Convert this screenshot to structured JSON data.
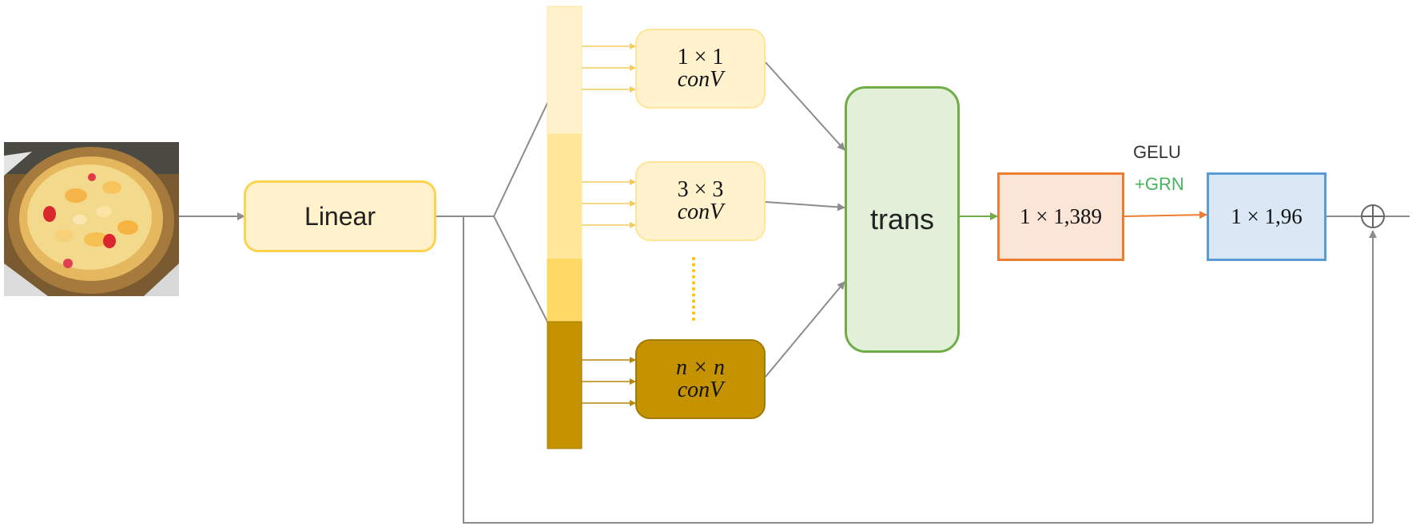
{
  "blocks": {
    "linear": "Linear",
    "conv_1": {
      "size": "1 × 1",
      "op": "conV"
    },
    "conv_3": {
      "size": "3 × 3",
      "op": "conV"
    },
    "conv_n": {
      "size": "n × n",
      "op": "conV"
    },
    "ellipsis": "⋮",
    "trans": "trans",
    "fc_1": "1 × 1,389",
    "fc_2": "1 × 1,96",
    "activation": {
      "line1": "GELU",
      "line2": "+GRN"
    },
    "sum_symbol": "⊕"
  },
  "colors": {
    "wire": "#8c8c8c",
    "linear_fill": "#fff2cc",
    "linear_border": "#ffd24d",
    "conv_light_fill": "#fff2cc",
    "conv_light_border": "#ffe599",
    "conv_dark_fill": "#c59300",
    "conv_dark_border": "#a37a00",
    "trans_fill": "#e2f0d9",
    "trans_border": "#70ad47",
    "fc1_fill": "#fbe5d6",
    "fc1_border": "#ed7d31",
    "fc2_fill": "#dae8f5",
    "fc2_border": "#5b9bd5",
    "grn_text": "#47b35a",
    "gelu_text": "#333333"
  },
  "input_image": "pizza-photo"
}
